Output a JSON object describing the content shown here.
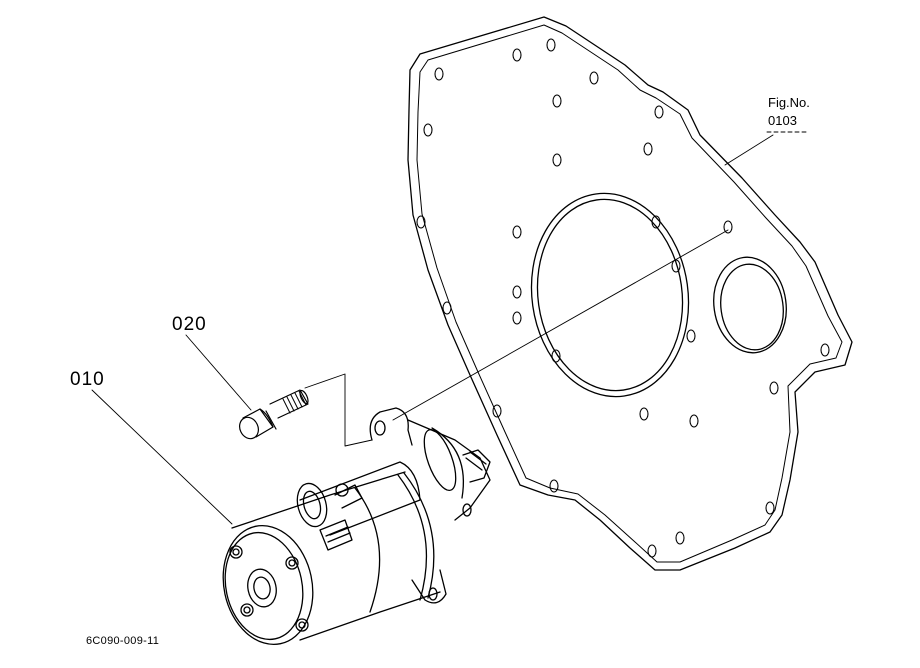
{
  "labels": {
    "part_010": "010",
    "part_020": "020",
    "fig_caption": "Fig.No.",
    "fig_number": "0103",
    "drawing_code": "6C090-009-11"
  },
  "colors": {
    "line": "#000000",
    "background": "#ffffff"
  }
}
